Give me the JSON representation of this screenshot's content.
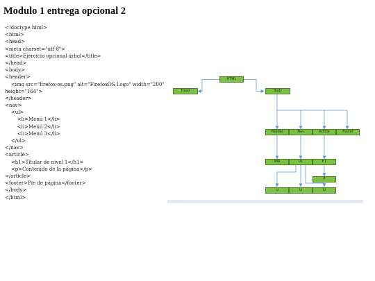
{
  "title": "Modulo 1 entrega opcional 2",
  "code_lines": [
    "<!doctype html>",
    "<html>",
    "<head>",
    "<meta charset=\"utf-8\">",
    "<title>Ejercicio opcional árbol</title>",
    "</head>",
    "<body>",
    "<header>",
    "    <img src=\"firefox-os.png\" alt=\"FirefoxOS Logo\" width=\"200\"",
    "height=\"164\">",
    "</header>",
    "<nav>",
    "    <ul>",
    "        <li>Menú 1</li>",
    "        <li>Menú 2</li>",
    "        <li>Menú 3</li>",
    "    </ul>",
    "</nav>",
    "<article>",
    "    <h1>Titular de nivel 1</h1>",
    "    <p>Contenido de la página</p>",
    "</article>",
    "<footer>Pie de página</footer>",
    "</body>",
    "</html>"
  ],
  "tree": {
    "html": "HTML",
    "head": "Head",
    "body": "Body",
    "header": "Header",
    "nav": "Nav",
    "article": "Article",
    "footer": "Footer",
    "ima": "IMA",
    "ul": "UL",
    "h1": "H1",
    "p": "P",
    "li": [
      "Li",
      "Li",
      "Li"
    ]
  },
  "colors": {
    "node_fill": "#7cc144",
    "node_border": "#4c7f2a",
    "connector": "#5b9bd5"
  }
}
